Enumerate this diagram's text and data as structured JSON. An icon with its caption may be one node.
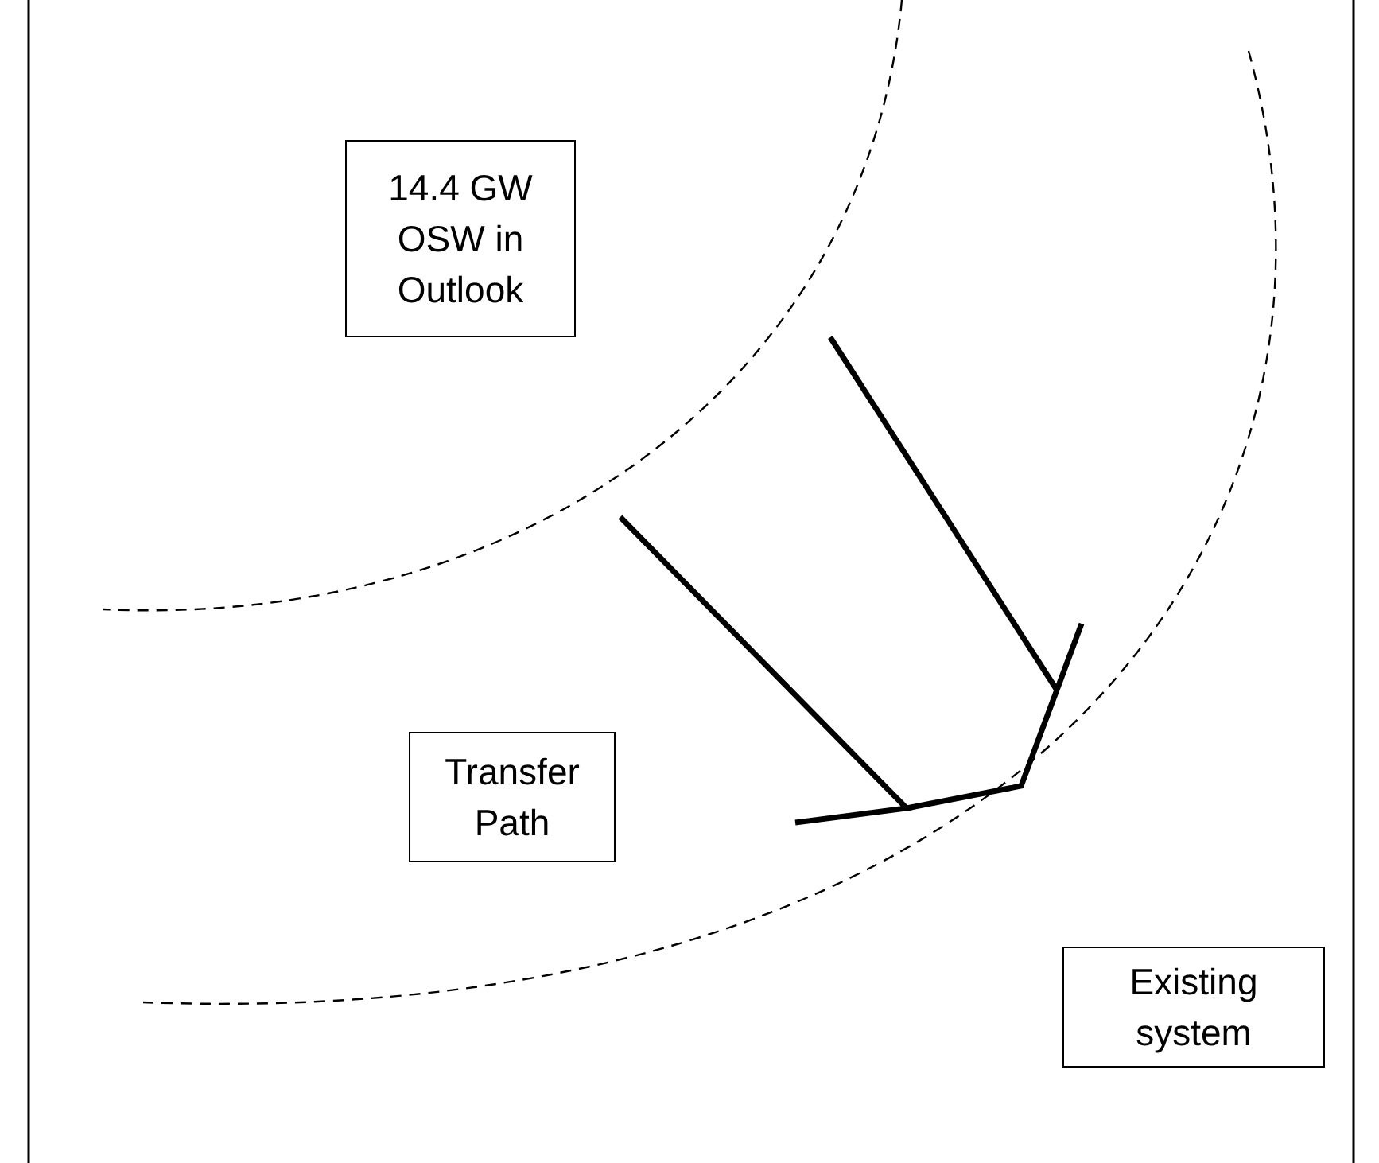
{
  "diagram": {
    "nodes": [
      {
        "text": [
          "14.4 GW OSW in Outlook"
        ]
      },
      {
        "text": [
          "Transfer Path"
        ]
      },
      {
        "text": [
          "Existing system"
        ]
      }
    ]
  }
}
